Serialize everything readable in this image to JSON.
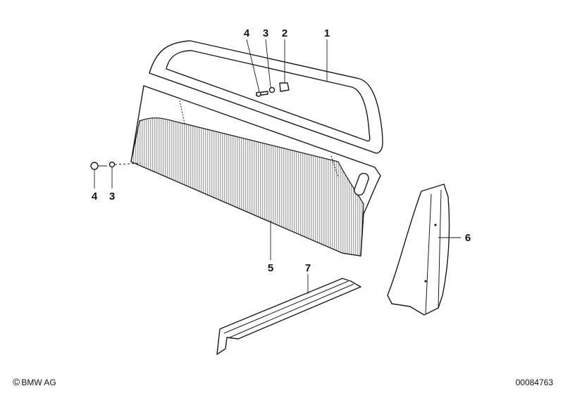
{
  "diagram": {
    "callouts": [
      {
        "id": "c1",
        "label": "1"
      },
      {
        "id": "c2",
        "label": "2"
      },
      {
        "id": "c3a",
        "label": "3"
      },
      {
        "id": "c4a",
        "label": "4"
      },
      {
        "id": "c3b",
        "label": "3"
      },
      {
        "id": "c4b",
        "label": "4"
      },
      {
        "id": "c5",
        "label": "5"
      },
      {
        "id": "c6",
        "label": "6"
      },
      {
        "id": "c7",
        "label": "7"
      }
    ]
  },
  "footer": {
    "copyright_symbol": "©",
    "copyright_text": "BMW AG",
    "document_number": "00084763"
  },
  "icons": {
    "copyright": "copyright-icon"
  }
}
